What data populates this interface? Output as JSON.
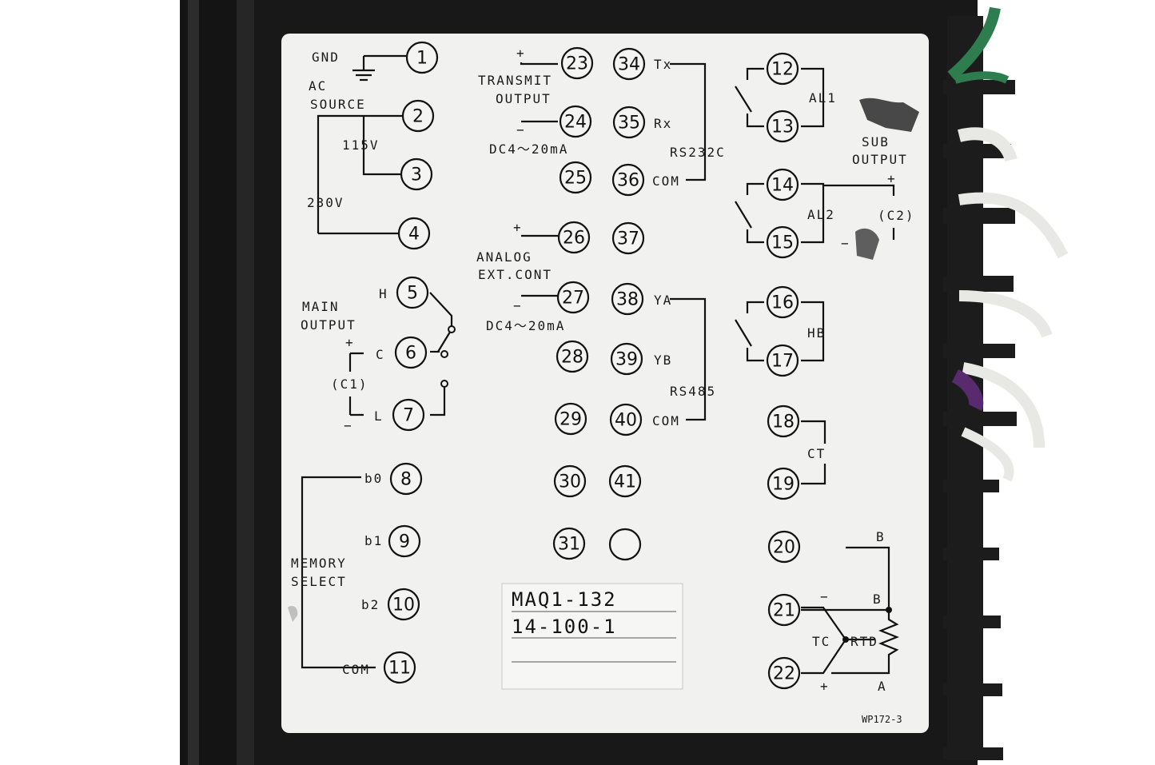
{
  "colors": {
    "panel": "#f1f1ef",
    "housing": "#141414",
    "ink": "#111111",
    "heatsink": "#1c1c1c",
    "wire_green": "#2e7d4f",
    "wire_white": "#e8e8e4",
    "wire_purple": "#5a2a6e"
  },
  "terminals": [
    {
      "id": "t1",
      "text": "1"
    },
    {
      "id": "t2",
      "text": "2"
    },
    {
      "id": "t3",
      "text": "3"
    },
    {
      "id": "t4",
      "text": "4"
    },
    {
      "id": "t5",
      "text": "5"
    },
    {
      "id": "t6",
      "text": "6"
    },
    {
      "id": "t7",
      "text": "7"
    },
    {
      "id": "t8",
      "text": "8"
    },
    {
      "id": "t9",
      "text": "9"
    },
    {
      "id": "t10",
      "text": "10"
    },
    {
      "id": "t11",
      "text": "11"
    },
    {
      "id": "t12",
      "text": "12"
    },
    {
      "id": "t13",
      "text": "13"
    },
    {
      "id": "t14",
      "text": "14"
    },
    {
      "id": "t15",
      "text": "15"
    },
    {
      "id": "t16",
      "text": "16"
    },
    {
      "id": "t17",
      "text": "17"
    },
    {
      "id": "t18",
      "text": "18"
    },
    {
      "id": "t19",
      "text": "19"
    },
    {
      "id": "t20",
      "text": "20"
    },
    {
      "id": "t21",
      "text": "21"
    },
    {
      "id": "t22",
      "text": "22"
    },
    {
      "id": "t23",
      "text": "23"
    },
    {
      "id": "t24",
      "text": "24"
    },
    {
      "id": "t25",
      "text": "25"
    },
    {
      "id": "t26",
      "text": "26"
    },
    {
      "id": "t27",
      "text": "27"
    },
    {
      "id": "t28",
      "text": "28"
    },
    {
      "id": "t29",
      "text": "29"
    },
    {
      "id": "t30",
      "text": "30"
    },
    {
      "id": "t31",
      "text": "31"
    },
    {
      "id": "t34",
      "text": "34"
    },
    {
      "id": "t35",
      "text": "35"
    },
    {
      "id": "t36",
      "text": "36"
    },
    {
      "id": "t37",
      "text": "37"
    },
    {
      "id": "t38",
      "text": "38"
    },
    {
      "id": "t39",
      "text": "39"
    },
    {
      "id": "t40",
      "text": "40"
    },
    {
      "id": "t41",
      "text": "41"
    },
    {
      "id": "tblank",
      "text": ""
    }
  ],
  "labels": {
    "gnd": "GND",
    "ac": "AC",
    "source": "SOURCE",
    "v115": "115V",
    "v230": "230V",
    "main": "MAIN",
    "output": "OUTPUT",
    "h": "H",
    "c": "C",
    "l": "L",
    "c1": "(C1)",
    "plus": "+",
    "minus": "−",
    "b0": "b0",
    "b1": "b1",
    "b2": "b2",
    "memory": "MEMORY",
    "select": "SELECT",
    "com": "COM",
    "transmit": "TRANSMIT",
    "transmit_output": "OUTPUT",
    "dc420": "DC4～20mA",
    "analog": "ANALOG",
    "extcont": "EXT.CONT",
    "dc420b": "DC4～20mA",
    "tx": "Tx",
    "rx": "Rx",
    "rs232c": "RS232C",
    "ya": "YA",
    "yb": "YB",
    "rs485": "RS485",
    "al1": "AL1",
    "sub": "SUB",
    "sub_output": "OUTPUT",
    "al2": "AL2",
    "c2": "(C2)",
    "hb": "HB",
    "ct": "CT",
    "b_top": "B",
    "b_mid": "B",
    "a": "A",
    "tc": "TC",
    "rtd": "RTD",
    "part_code": "WP172-3"
  },
  "model_plate": {
    "line1": "MAQ1-132",
    "line2": "14-100-1",
    "line3": ""
  }
}
